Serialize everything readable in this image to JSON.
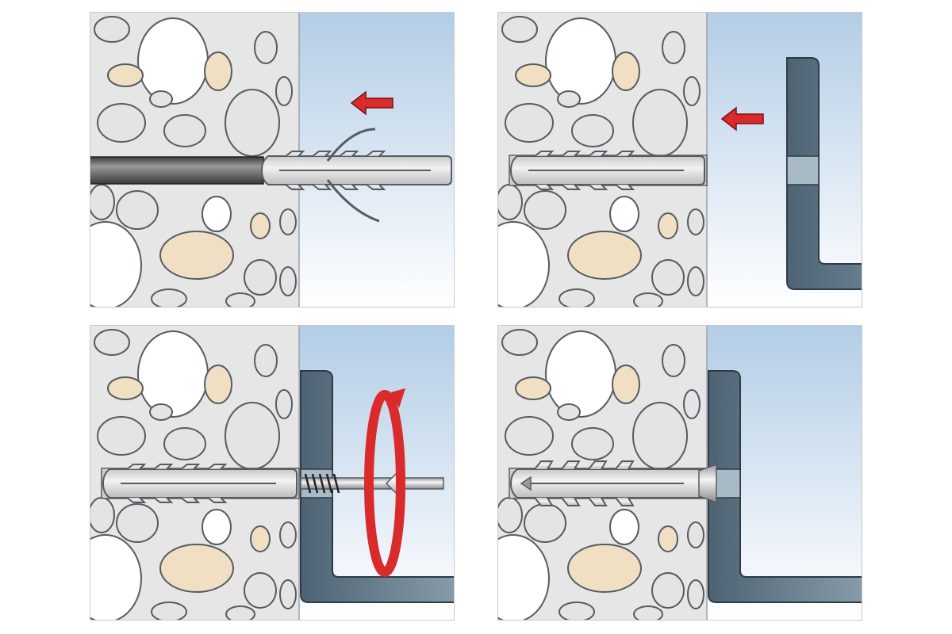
{
  "colors": {
    "concrete": "#e6e6e6",
    "stone_white": "#ffffff",
    "stone_grey": "#e4e4e4",
    "stone_beige": "#f0dfc3",
    "outline": "#555b61",
    "air_top": "#b9d1e8",
    "air_bottom": "#ffffff",
    "dowel": "#dcdcdc",
    "bracket": "#5d7282",
    "arrow_red": "#d92b2b",
    "drill": "#555555"
  },
  "steps": [
    {
      "id": "drill-hole",
      "drill": true,
      "dowel": "inserting",
      "bracket": false,
      "screw": false,
      "arrow": "insert",
      "rotation": false
    },
    {
      "id": "place-bracket",
      "drill": false,
      "dowel": "seated",
      "bracket": "approaching",
      "screw": false,
      "arrow": "insert",
      "rotation": false
    },
    {
      "id": "drive-screw",
      "drill": false,
      "dowel": "seated",
      "bracket": "mounted",
      "screw": "driving",
      "arrow": false,
      "rotation": true
    },
    {
      "id": "fixed",
      "drill": false,
      "dowel": "expanded",
      "bracket": "mounted",
      "screw": "seated",
      "arrow": false,
      "rotation": false
    }
  ]
}
